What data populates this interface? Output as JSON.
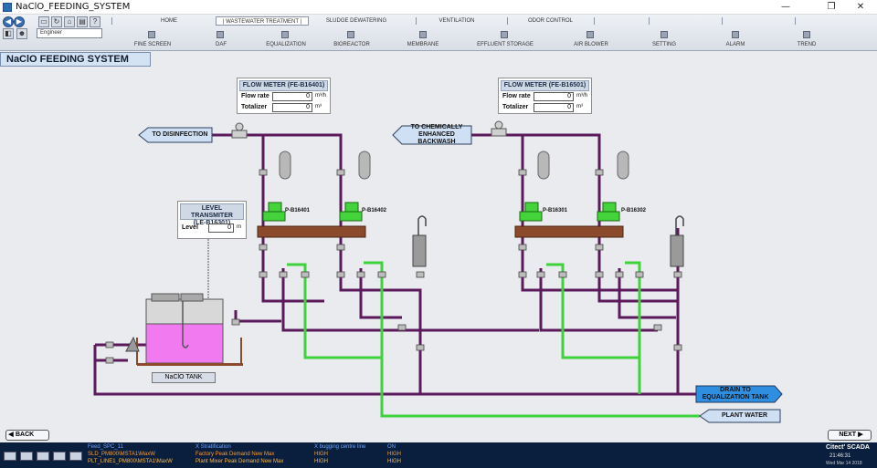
{
  "window": {
    "title": "NaClO_FEEDING_SYSTEM",
    "min": "—",
    "max": "❐",
    "close": "✕"
  },
  "toolbar": {
    "user": "Engineer",
    "nav_top": [
      "HOME",
      "| WASTEWATER TREATMENT |",
      "SLUDGE DEWATERING",
      "VENTILATION",
      "ODOR CONTROL"
    ],
    "nav_bottom": [
      "FINE SCREEN",
      "DAF",
      "EQUALIZATION",
      "BIOREACTOR",
      "MEMBRANE",
      "EFFLUENT STORAGE",
      "AIR BLOWER",
      "SETTING",
      "ALARM",
      "TREND"
    ]
  },
  "page": {
    "title": "NaClO FEEDING SYSTEM"
  },
  "flow_meter_1": {
    "title": "FLOW METER (FE-B16401)",
    "rate_label": "Flow rate",
    "rate_value": "0",
    "rate_unit": "m³/h",
    "total_label": "Totalizer",
    "total_value": "0",
    "total_unit": "m³"
  },
  "flow_meter_2": {
    "title": "FLOW METER (FE-B16501)",
    "rate_label": "Flow rate",
    "rate_value": "0",
    "rate_unit": "m³/h",
    "total_label": "Totalizer",
    "total_value": "0",
    "total_unit": "m³"
  },
  "level_transmitter": {
    "title_line1": "LEVEL TRANSMITER",
    "title_line2": "(LE-B16301)",
    "label": "Level",
    "value": "0",
    "unit": "m"
  },
  "destinations": {
    "disinfection": "TO DISINFECTION",
    "backwash_line1": "TO CHEMICALLY",
    "backwash_line2": "ENHANCED BACKWASH",
    "drain_line1": "DRAIN TO",
    "drain_line2": "EQUALIZATION TANK",
    "plant_water": "PLANT WATER"
  },
  "pumps": [
    "P-B16401",
    "P-B16402",
    "P-B16301",
    "P-B16302"
  ],
  "tank": {
    "label": "NaClO TANK"
  },
  "buttons": {
    "back": "BACK",
    "next": "NEXT"
  },
  "alarms": [
    {
      "tag": "Feed_SPC_11",
      "desc": "X Stratification",
      "desc2": "X bugging centre line",
      "state": "ON"
    },
    {
      "tag": "SLD_PM800\\MSTA1\\MaxW",
      "desc": "Factory Peak Demand New Max",
      "desc2": "HIGH",
      "state": "HIGH"
    },
    {
      "tag": "PLT_LINE1_PM800\\MSTA1\\MaxW",
      "desc": "Plant Mixer Peak Demand New Max",
      "desc2": "HIGH",
      "state": "HIGH"
    }
  ],
  "status": {
    "brand": "Citect' SCADA",
    "time": "21:46:31",
    "date": "Wed Mar 14 2018"
  },
  "colors": {
    "chemical_line": "#5a1a5c",
    "water_line": "#3fd23c",
    "tank_liquid": "#f27af0",
    "pump": "#44d33a",
    "background": "#e9ebee"
  }
}
